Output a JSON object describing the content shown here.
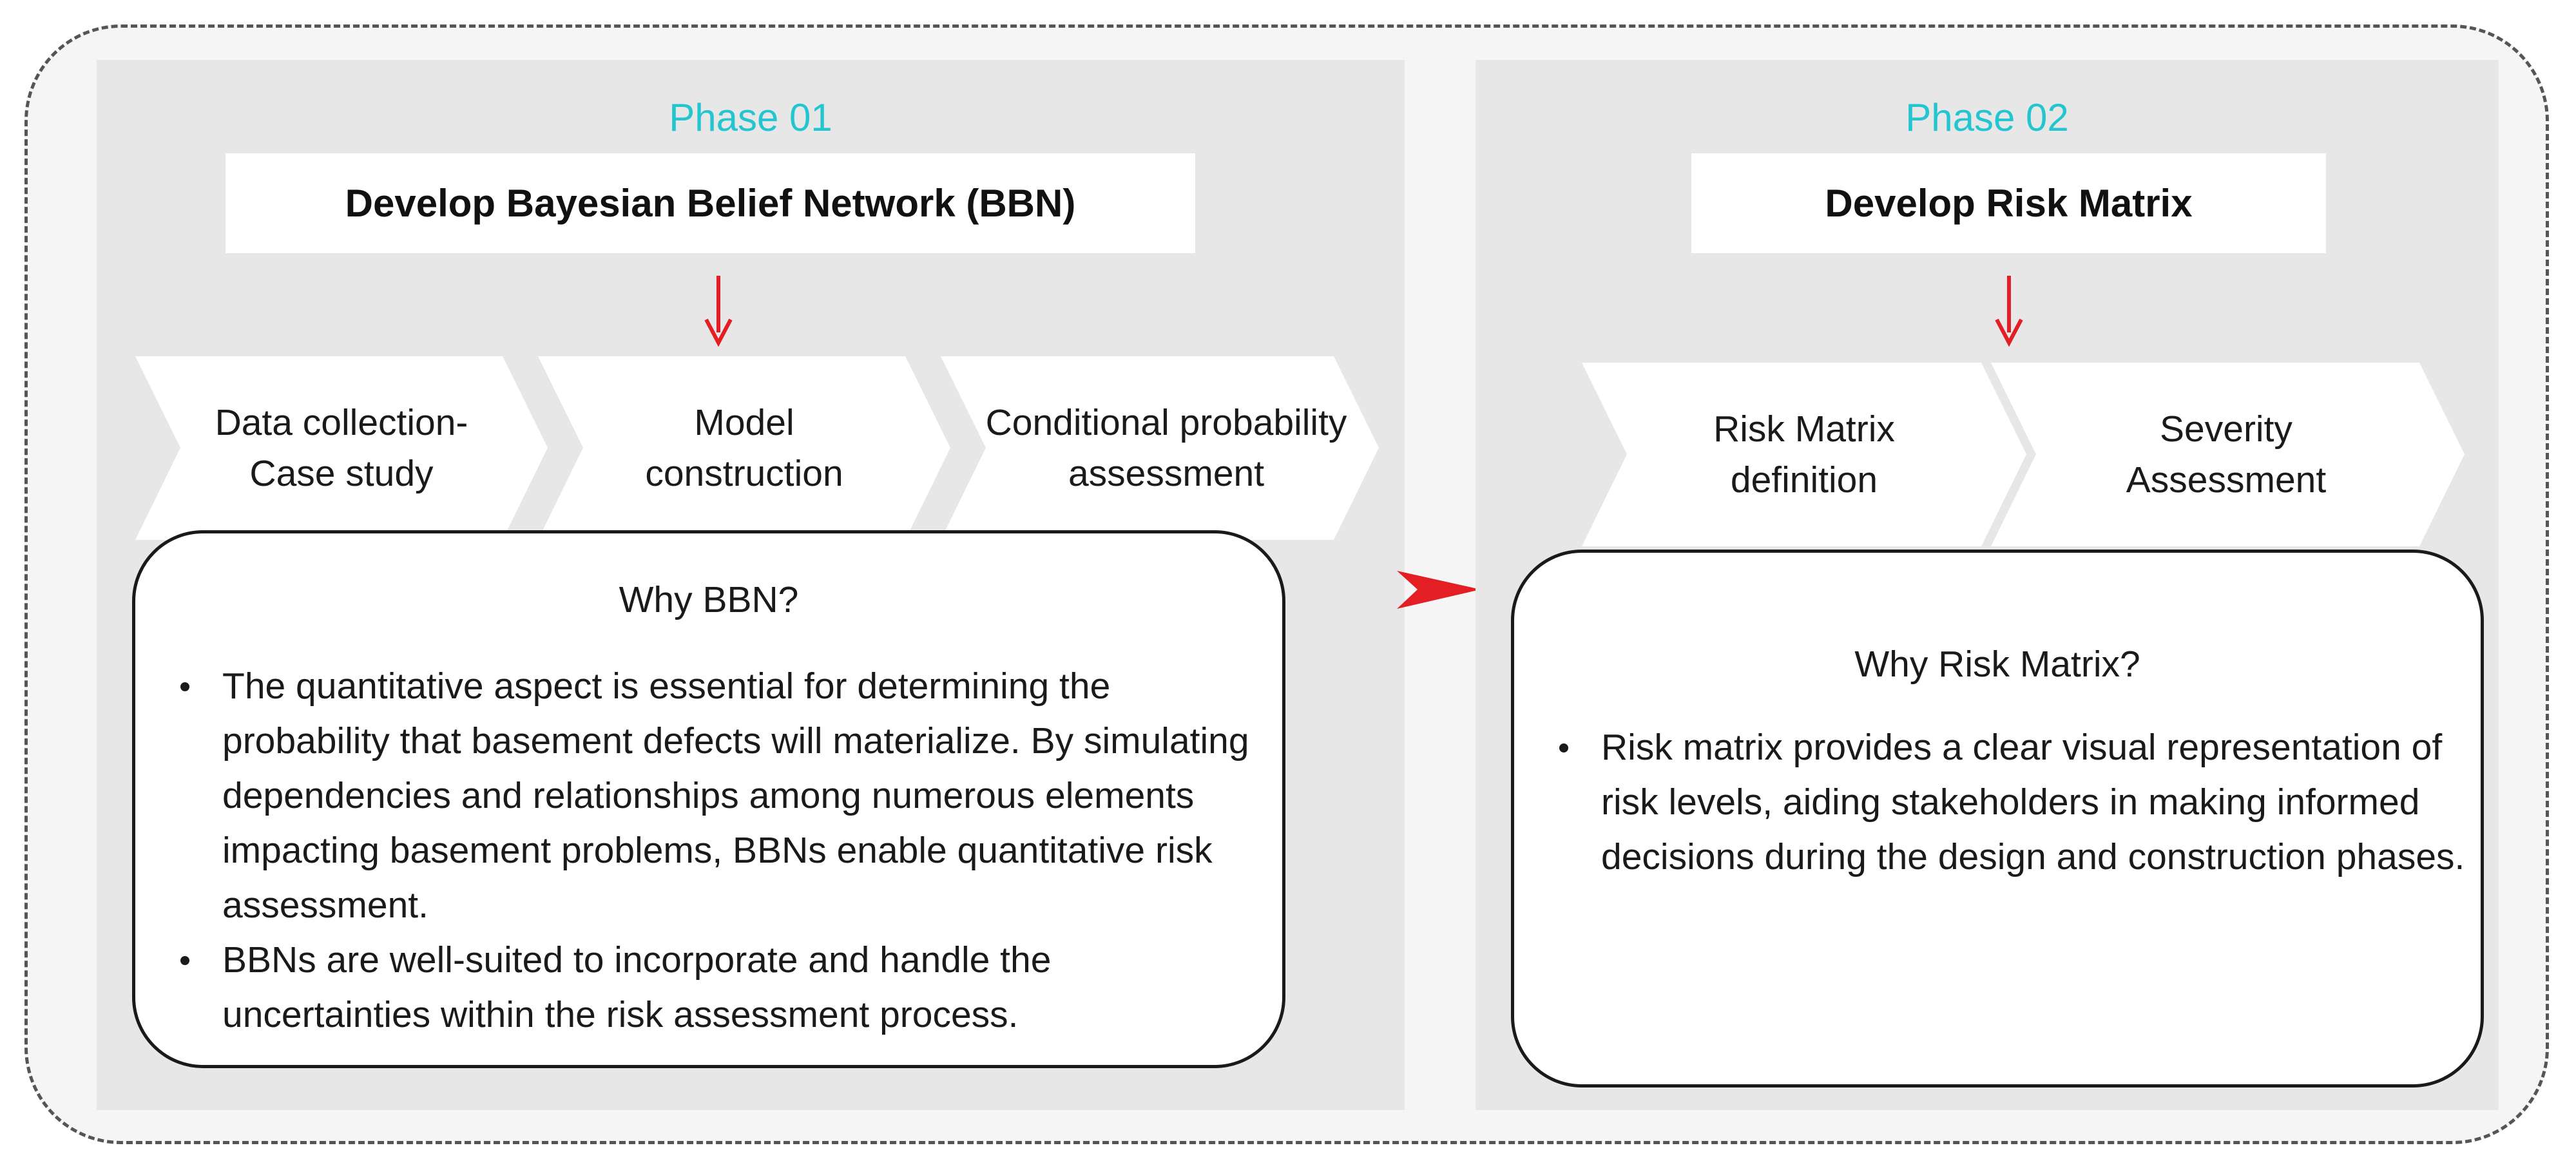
{
  "phase1": {
    "label": "Phase 01",
    "title": "Develop Bayesian Belief Network (BBN)",
    "steps": [
      {
        "line1": "Data collection-",
        "line2": "Case study"
      },
      {
        "line1": "Model",
        "line2": "construction"
      },
      {
        "line1": "Conditional probability",
        "line2": "assessment"
      }
    ],
    "why_title": "Why BBN?",
    "bullets": [
      "The quantitative aspect is essential for determining the probability that basement defects will materialize. By simulating dependencies and relationships among numerous elements impacting basement problems, BBNs enable quantitative risk assessment.",
      "BBNs are well-suited to incorporate and handle the uncertainties within the risk assessment process."
    ]
  },
  "phase2": {
    "label": "Phase 02",
    "title": "Develop Risk Matrix",
    "steps": [
      {
        "line1": "Risk Matrix",
        "line2": "definition"
      },
      {
        "line1": "Severity",
        "line2": "Assessment"
      }
    ],
    "why_title": "Why Risk Matrix?",
    "bullets": [
      "Risk matrix provides a clear visual representation of risk levels, aiding stakeholders in making informed decisions during the design and construction phases."
    ]
  },
  "colors": {
    "phase_label": "#22c5d0",
    "arrow": "#e31e24",
    "panel": "#e7e7e7",
    "chevron": "#ffffff"
  }
}
